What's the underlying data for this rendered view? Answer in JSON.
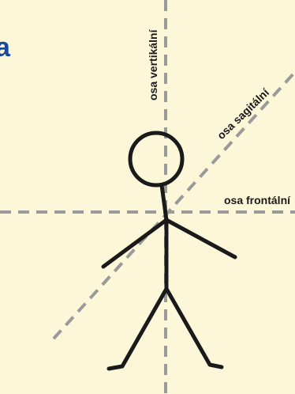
{
  "heading_fragment": "a",
  "axes": {
    "vertical_label": "osa vertikální",
    "sagittal_label": "osa sagitální",
    "frontal_label": "osa frontální"
  },
  "colors": {
    "background": "#fdf7d9",
    "heading": "#17489a",
    "axis_line": "#9a9a9a",
    "figure_stroke": "#1a1a1a"
  }
}
